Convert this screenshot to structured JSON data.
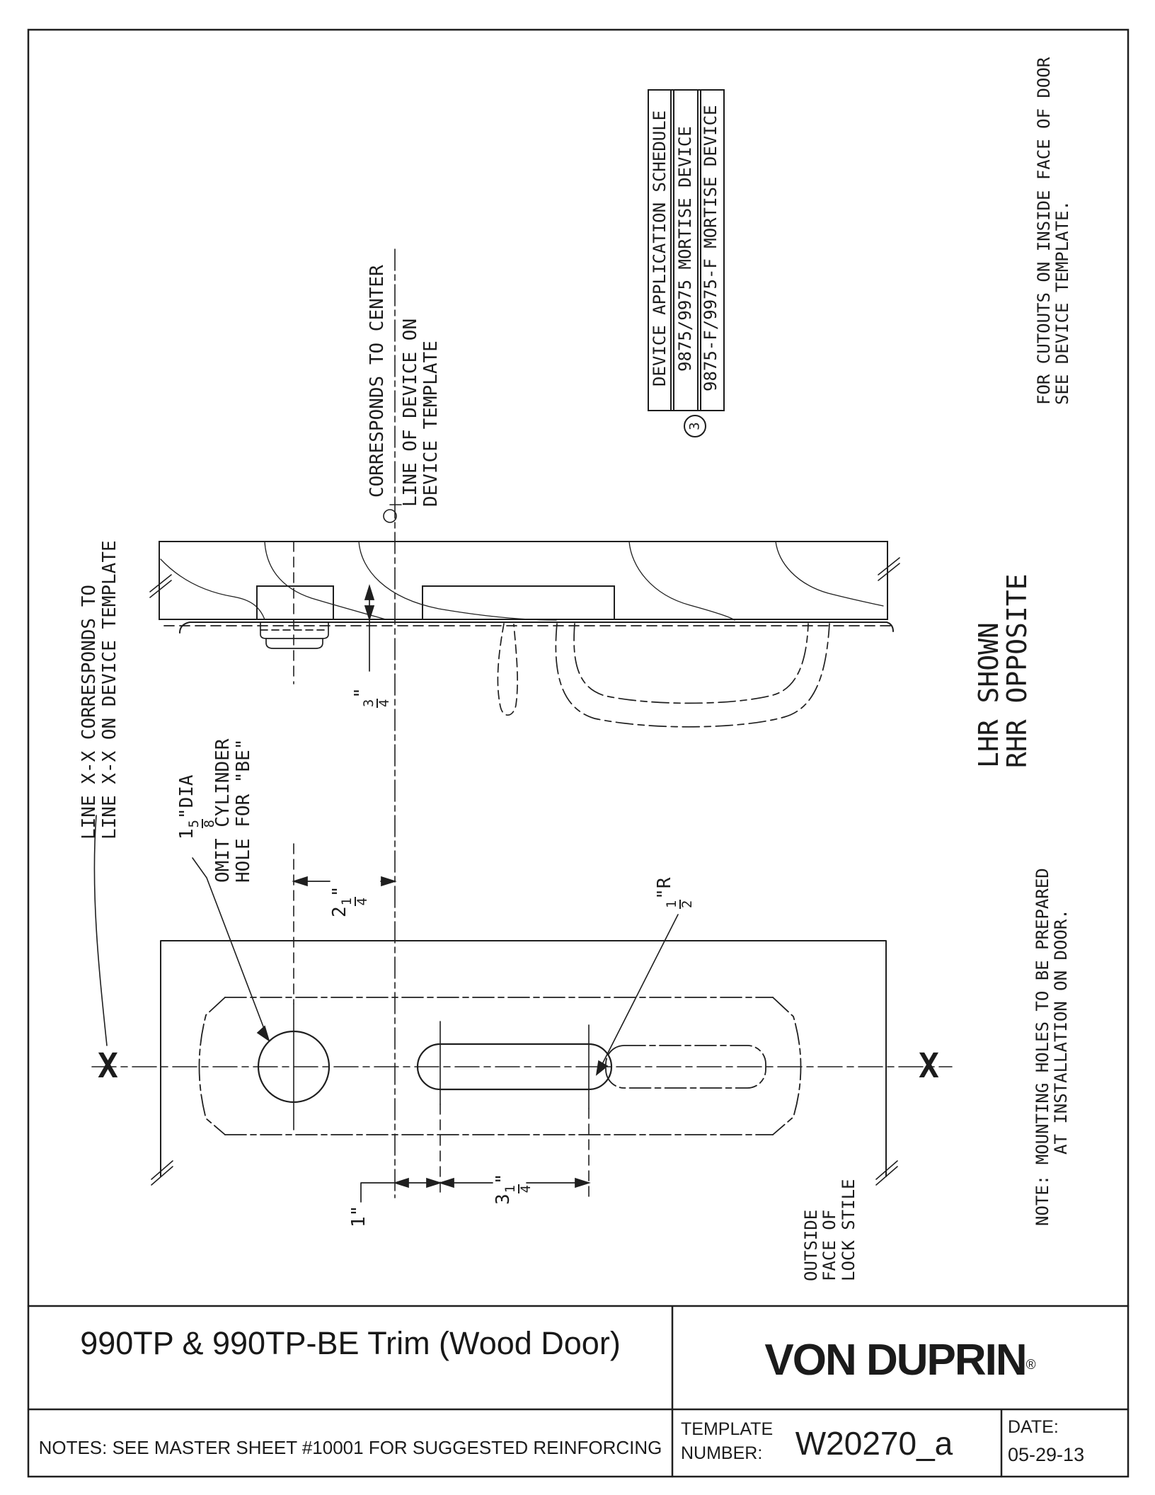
{
  "schedule": {
    "header": "DEVICE APPLICATION SCHEDULE",
    "rows": [
      "9875/9975 MORTISE DEVICE",
      "9875-F/9975-F MORTISE DEVICE"
    ],
    "note_ref": "3"
  },
  "drawing": {
    "cutout_note": {
      "line1": "FOR CUTOUTS ON INSIDE FACE OF DOOR",
      "line2": "SEE DEVICE TEMPLATE."
    },
    "centerline_note": {
      "line1": "CORRESPONDS TO CENTER",
      "line2": "LINE OF DEVICE ON",
      "line3": "DEVICE TEMPLATE"
    },
    "xline_note": {
      "line1": "LINE X-X CORRESPONDS TO",
      "line2": "LINE X-X ON DEVICE TEMPLATE"
    },
    "handing": {
      "line1": "LHR SHOWN",
      "line2": "RHR OPPOSITE"
    },
    "mounting_note": {
      "line1": "NOTE: MOUNTING HOLES TO BE PREPARED",
      "line2": "AT INSTALLATION ON DOOR."
    },
    "stile_note": {
      "line1": "OUTSIDE",
      "line2": "FACE OF",
      "line3": "LOCK STILE"
    },
    "cylinder_note": {
      "line1": "OMIT CYLINDER",
      "line2": "HOLE FOR \"BE\""
    },
    "x_marks": {
      "left": "X",
      "right": "X"
    },
    "dims": {
      "cyl_dia": {
        "whole": "1",
        "num": "5",
        "den": "8",
        "suffix": "\"DIA"
      },
      "cutout_depth": {
        "num": "3",
        "den": "4",
        "suffix": "\""
      },
      "cyl_offset": {
        "whole": "2",
        "num": "1",
        "den": "4",
        "suffix": "\""
      },
      "slot_radius": {
        "num": "1",
        "den": "2",
        "suffix": "\"R"
      },
      "slot_length": {
        "whole": "3",
        "num": "1",
        "den": "4",
        "suffix": "\""
      },
      "edge_offset": "1\""
    }
  },
  "title_block": {
    "title": "990TP & 990TP-BE Trim (Wood Door)",
    "brand": "VON DUPRIN",
    "registered": "®",
    "notes": "NOTES: SEE MASTER SHEET #10001 FOR SUGGESTED REINFORCING",
    "template_label_line1": "TEMPLATE",
    "template_label_line2": "NUMBER:",
    "template_number": "W20270_a",
    "date_label": "DATE:",
    "date_value": "05-29-13"
  },
  "colors": {
    "line": "#1f1f1f",
    "text": "#1c1c1c",
    "background": "#ffffff"
  }
}
